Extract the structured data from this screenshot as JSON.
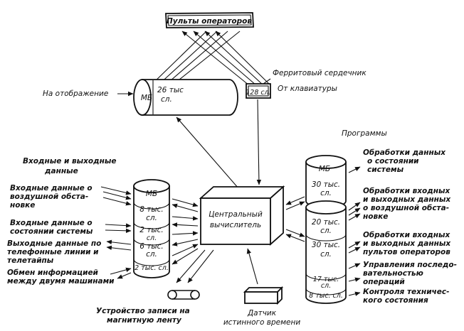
{
  "operators": "Пульты операторов",
  "display": {
    "label": "На отображение",
    "mb": "МБ",
    "cap1": "26 тыс",
    "cap2": "сл."
  },
  "ferrite": {
    "label": "Ферритовый сердечник",
    "sub": "От клавиатуры",
    "cap": "128 сл."
  },
  "programs_title": "Программы",
  "cpu": {
    "line1": "Центральный",
    "line2": "вычислитель"
  },
  "left_labels": {
    "io_title": [
      "Входные и выходные",
      "данные"
    ],
    "air": [
      "Входные данные о",
      "воздушной обста-",
      "новке"
    ],
    "state": [
      "Входные данные о",
      "состоянии системы"
    ],
    "phone": [
      "Выходные данные по",
      "телефонные линии и",
      "телетайпы"
    ],
    "exchange": [
      "Обмен информацией",
      "между двумя машинами"
    ]
  },
  "left_drum": {
    "mb": "МБ",
    "s1a": "8 тыс.",
    "s1b": "сл.",
    "s2a": "2 тыс.",
    "s2b": "сл.",
    "s3a": "6 тыс.",
    "s3b": "сл.",
    "s4": "2 тыс. сл."
  },
  "right_drum": {
    "mb": "МБ",
    "t1a": "30 тыс.",
    "t1b": "сл.",
    "t2a": "20 тыс.",
    "t2b": "сл.",
    "t3a": "30 тыс.",
    "t3b": "сл.",
    "t4a": "17 тыс.",
    "t4b": "сл.",
    "t5": "8 тыс. сл."
  },
  "right_labels": {
    "p1": [
      "Обработки данных",
      "о состоянии",
      "системы"
    ],
    "p2": [
      "Обработки входных",
      "и выходных данных",
      "о воздушной обста-",
      "новке"
    ],
    "p3": [
      "Обработки входных",
      "и выходных данных",
      "пультов операторов"
    ],
    "p4": [
      "Управления последо-",
      "вательностью",
      "операций"
    ],
    "p5": [
      "Контроля техничес-",
      "кого состояния"
    ]
  },
  "tape": [
    "Устройство записи на",
    "магнитную ленту"
  ],
  "timer": [
    "Датчик",
    "истинного времени"
  ]
}
